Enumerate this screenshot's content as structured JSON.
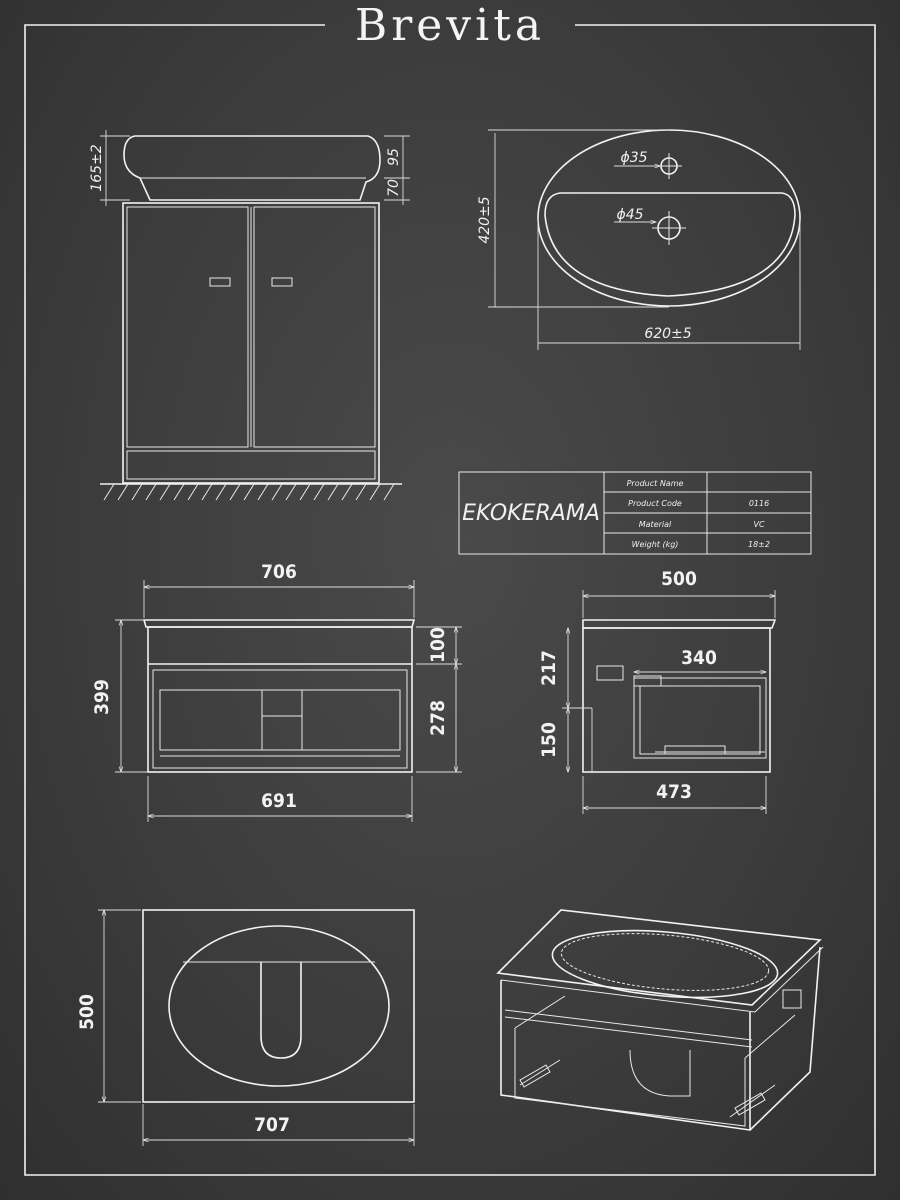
{
  "brand": "Brevita",
  "side_view": {
    "height_label": "165±2",
    "top_label": "95",
    "bowl_label": "70"
  },
  "basin_top": {
    "height_label": "420±5",
    "width_label": "620±5",
    "hole_small": "ϕ35",
    "hole_large": "ϕ45"
  },
  "spec_table": {
    "manufacturer": "EKOKERAMA",
    "rows": [
      {
        "label": "Product Name",
        "value": ""
      },
      {
        "label": "Product Code",
        "value": "0116"
      },
      {
        "label": "Material",
        "value": "VC"
      },
      {
        "label": "Weight (kg)",
        "value": "18±2"
      }
    ]
  },
  "front_view": {
    "top_width": "706",
    "bottom_width": "691",
    "height": "399",
    "top_drawer": "100",
    "bottom_drawer": "278"
  },
  "side_section": {
    "width": "500",
    "inner": "340",
    "bottom_width": "473",
    "upper": "217",
    "lower": "150"
  },
  "plan_view": {
    "height": "500",
    "width": "707"
  }
}
